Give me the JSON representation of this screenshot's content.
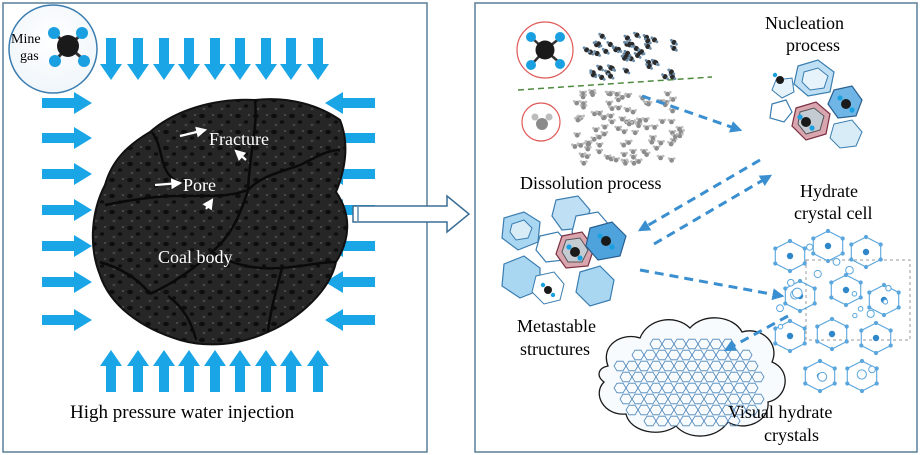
{
  "left_panel": {
    "mine_gas_line1": "Mine",
    "mine_gas_line2": "gas",
    "fracture": "Fracture",
    "pore": "Pore",
    "coal_body": "Coal body",
    "injection": "High pressure water injection"
  },
  "right_panel": {
    "dissolution": "Dissolution process",
    "nucleation_line1": "Nucleation",
    "nucleation_line2": "process",
    "hydrate_cell_line1": "Hydrate",
    "hydrate_cell_line2": "crystal cell",
    "metastable_line1": "Metastable",
    "metastable_line2": "structures",
    "visual_line1": "Visual hydrate",
    "visual_line2": "crystals"
  },
  "colors": {
    "arrow_blue": "#1aa6e6",
    "dashed_blue": "#3a8fd0",
    "coal": "#222222",
    "molecule_carbon": "#1a1a1a",
    "molecule_hydrogen": "#1aa0e0",
    "cage_blue": "#7fc4ec"
  }
}
